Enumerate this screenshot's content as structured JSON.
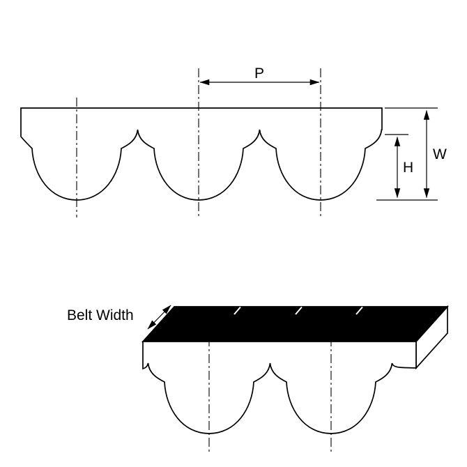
{
  "figure": {
    "top_view": {
      "pitch_label": "P",
      "width_label": "W",
      "height_label": "H"
    },
    "bottom_view": {
      "belt_width_label": "Belt Width"
    },
    "colors": {
      "line": "#000000",
      "belt_fill": "#ffffff",
      "top_face_fill": "#000000",
      "background": "#ffffff"
    }
  }
}
